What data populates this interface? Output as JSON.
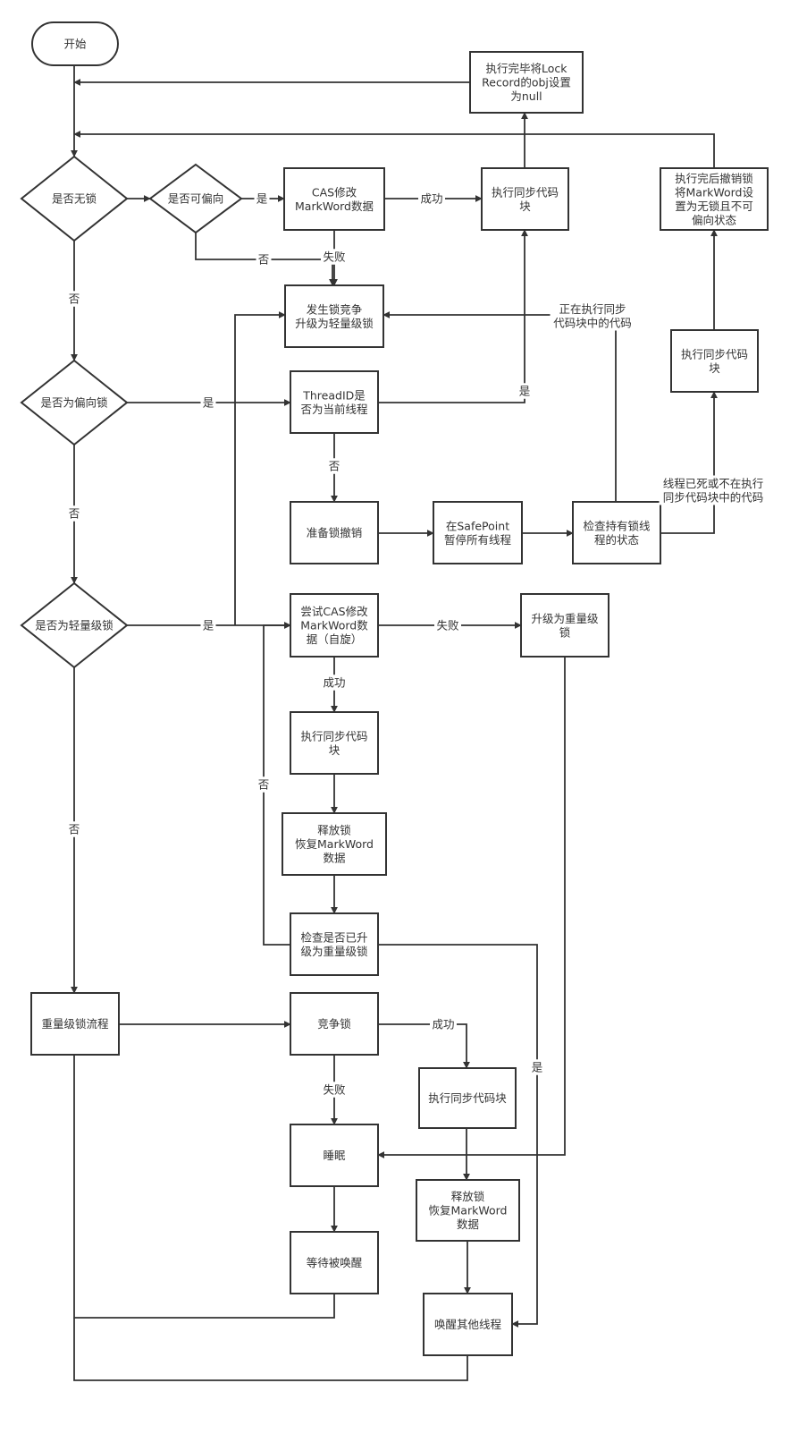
{
  "nodes": {
    "start": [
      "开始"
    ],
    "is_unlocked": [
      "是否无锁"
    ],
    "is_biasable": [
      "是否可偏向"
    ],
    "cas_modify": [
      "CAS修改",
      "MarkWord数据"
    ],
    "exec_sync_1": [
      "执行同步代码",
      "块"
    ],
    "set_lock_record": [
      "执行完毕将Lock",
      "Record的obj设置",
      "为null"
    ],
    "revoke_done": [
      "执行完后撤销锁",
      "将MarkWord设",
      "置为无锁且不可",
      "偏向状态"
    ],
    "contention_upgrade": [
      "发生锁竞争",
      "升级为轻量级锁"
    ],
    "is_biased": [
      "是否为偏向锁"
    ],
    "threadid_check": [
      "ThreadID是",
      "否为当前线程"
    ],
    "exec_sync_r": [
      "执行同步代码",
      "块"
    ],
    "prepare_revoke": [
      "准备锁撤销"
    ],
    "safepoint_pause": [
      "在SafePoint",
      "暂停所有线程"
    ],
    "check_holder": [
      "检查持有锁线",
      "程的状态"
    ],
    "is_lightweight": [
      "是否为轻量级锁"
    ],
    "try_cas_spin": [
      "尝试CAS修改",
      "MarkWord数",
      "据（自旋）"
    ],
    "upgrade_heavy": [
      "升级为重量级",
      "锁"
    ],
    "exec_sync_2": [
      "执行同步代码",
      "块"
    ],
    "release_restore_1": [
      "释放锁",
      "恢复MarkWord",
      "数据"
    ],
    "check_upgraded": [
      "检查是否已升",
      "级为重量级锁"
    ],
    "heavy_flow": [
      "重量级锁流程"
    ],
    "compete_lock": [
      "竞争锁"
    ],
    "exec_sync_3": [
      "执行同步代码块"
    ],
    "sleep": [
      "睡眠"
    ],
    "release_restore_2": [
      "释放锁",
      "恢复MarkWord",
      "数据"
    ],
    "wait_wakeup": [
      "等待被唤醒"
    ],
    "wake_others": [
      "唤醒其他线程"
    ]
  },
  "edge_labels": {
    "yes_biasable": [
      "是"
    ],
    "success_cas": [
      "成功"
    ],
    "no_biasable": [
      "否"
    ],
    "fail_cas": [
      "失败"
    ],
    "no_unlocked": [
      "否"
    ],
    "yes_biased": [
      "是"
    ],
    "yes_threadid": [
      "是"
    ],
    "no_threadid": [
      "否"
    ],
    "running_sync": [
      "正在执行同步",
      "代码块中的代码"
    ],
    "dead_or_not_running": [
      "线程已死或不在执行",
      "同步代码块中的代码"
    ],
    "no_biased": [
      "否"
    ],
    "yes_lightweight": [
      "是"
    ],
    "fail_spin": [
      "失败"
    ],
    "success_spin": [
      "成功"
    ],
    "no_upgraded": [
      "否"
    ],
    "no_lightweight": [
      "否"
    ],
    "success_compete": [
      "成功"
    ],
    "yes_upgraded": [
      "是"
    ],
    "fail_compete": [
      "失败"
    ]
  }
}
